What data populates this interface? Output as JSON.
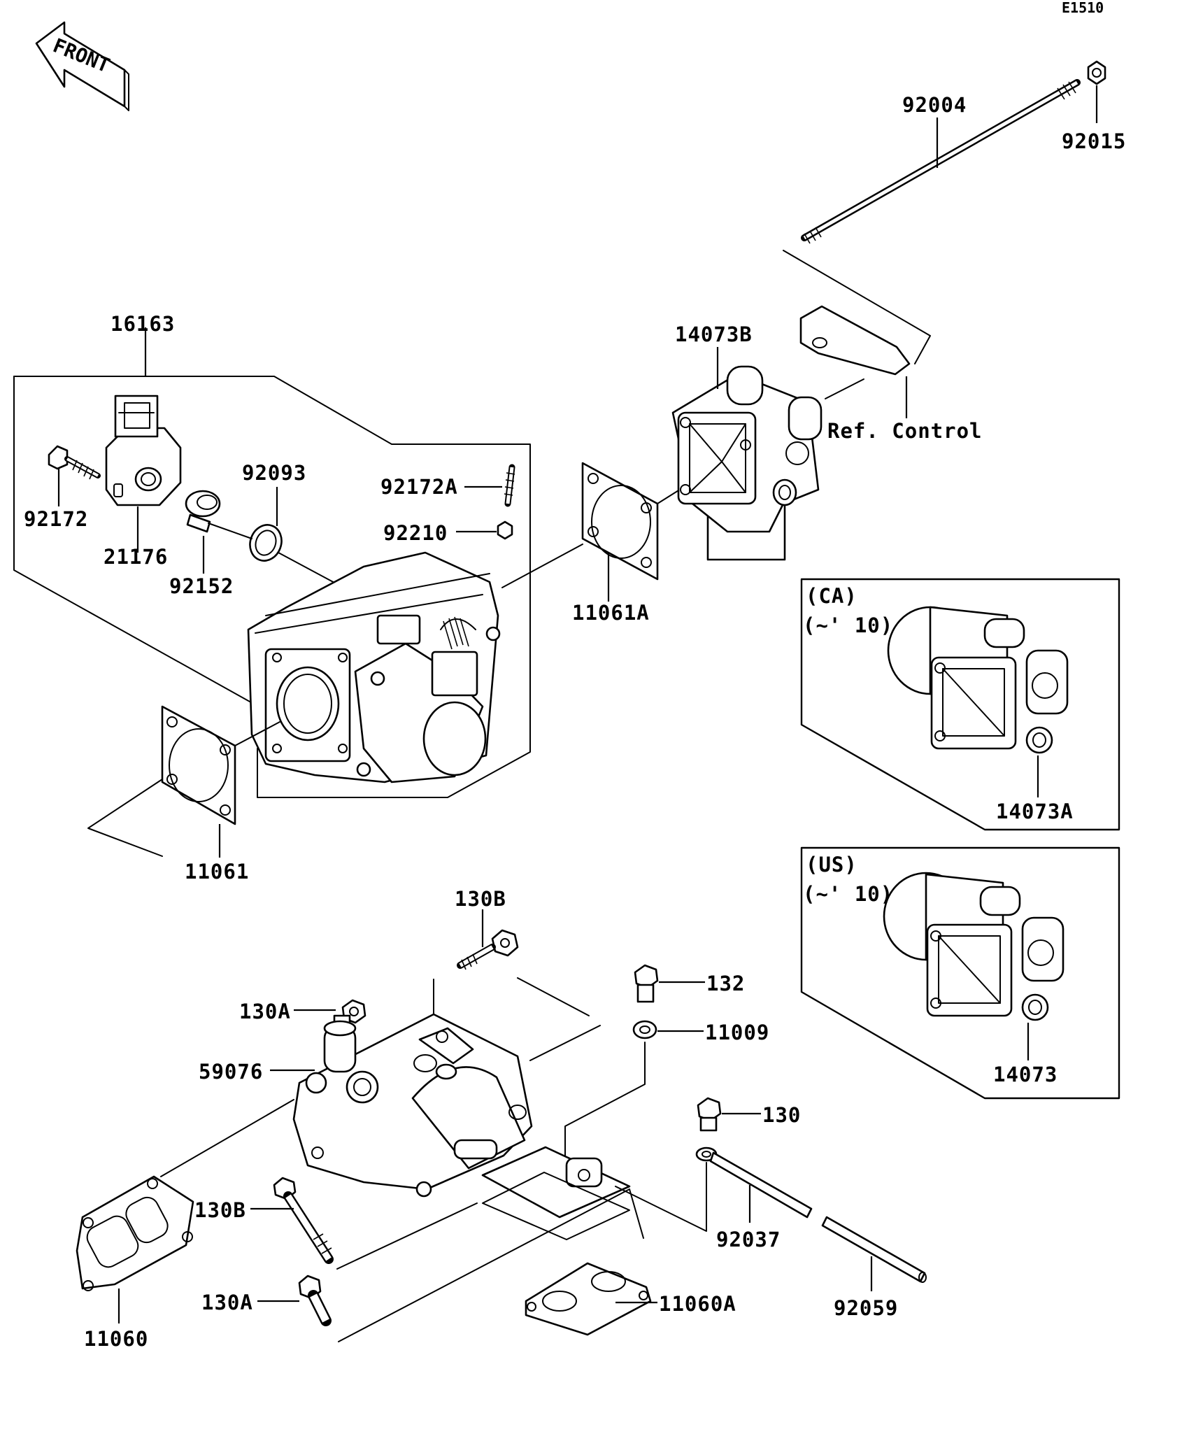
{
  "diagram_code": "E1510",
  "front_label": "FRONT",
  "ref_note": "Ref. Control",
  "insets": [
    {
      "region": "(CA)",
      "years": "(~' 10)",
      "part": "14073A"
    },
    {
      "region": "(US)",
      "years": "(~' 10)",
      "part": "14073"
    }
  ],
  "labels": {
    "p92004": "92004",
    "p92015": "92015",
    "p16163": "16163",
    "p14073B": "14073B",
    "p92093": "92093",
    "p92172A": "92172A",
    "p92210": "92210",
    "p92172": "92172",
    "p21176": "21176",
    "p92152": "92152",
    "p11061A": "11061A",
    "p11061": "11061",
    "p130B_top": "130B",
    "p132": "132",
    "p130A_top": "130A",
    "p11009": "11009",
    "p59076": "59076",
    "p130": "130",
    "p130B_bot": "130B",
    "p92037": "92037",
    "p130A_bot": "130A",
    "p11060A": "11060A",
    "p92059": "92059",
    "p11060": "11060"
  }
}
